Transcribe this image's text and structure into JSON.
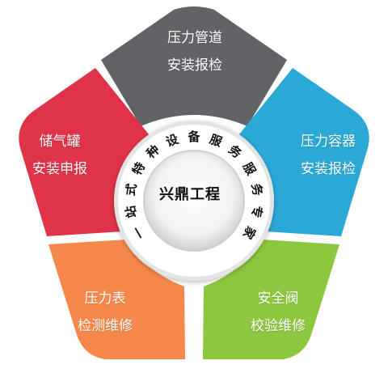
{
  "center": {
    "title": "兴鼎工程",
    "ring_text": "一站式特种设备服务服务专家"
  },
  "segments": [
    {
      "id": "pipeline",
      "line1": "压力管道",
      "line2": "安装报检",
      "color": "#616366"
    },
    {
      "id": "vessel",
      "line1": "压力容器",
      "line2": "安装报检",
      "color": "#2aa8d6"
    },
    {
      "id": "valve",
      "line1": "安全阀",
      "line2": "校验维修",
      "color": "#8dc63f"
    },
    {
      "id": "gauge",
      "line1": "压力表",
      "line2": "检测维修",
      "color": "#f5884a"
    },
    {
      "id": "tank",
      "line1": "储气罐",
      "line2": "安装申报",
      "color": "#de3349"
    }
  ]
}
